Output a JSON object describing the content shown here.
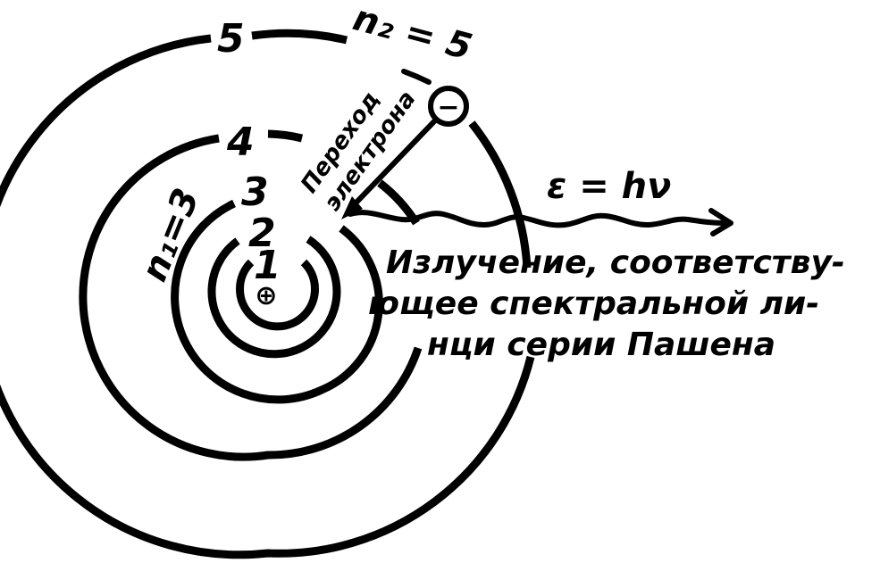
{
  "orbits": [
    {
      "level_label": "1"
    },
    {
      "level_label": "2"
    },
    {
      "level_label": "3"
    },
    {
      "level_label": "4"
    },
    {
      "level_label": "5"
    }
  ],
  "nucleus_symbol": "⊕",
  "electron_symbol": "−",
  "labels": {
    "n1": "n₁=3",
    "n2": "n₂ = 5",
    "transition_line1": "Переход",
    "transition_line2": "электрона",
    "photon_energy": "ε = hν",
    "emission_line1": "Излучение, соответству-",
    "emission_line2": "ющее спектральной ли-",
    "emission_line3": "нци серии Пашена"
  },
  "colors": {
    "ink": "#000000",
    "paper": "#ffffff"
  },
  "icons": {
    "nucleus": "plus-in-circle",
    "electron": "minus-in-circle",
    "photon": "wavy-arrow"
  }
}
